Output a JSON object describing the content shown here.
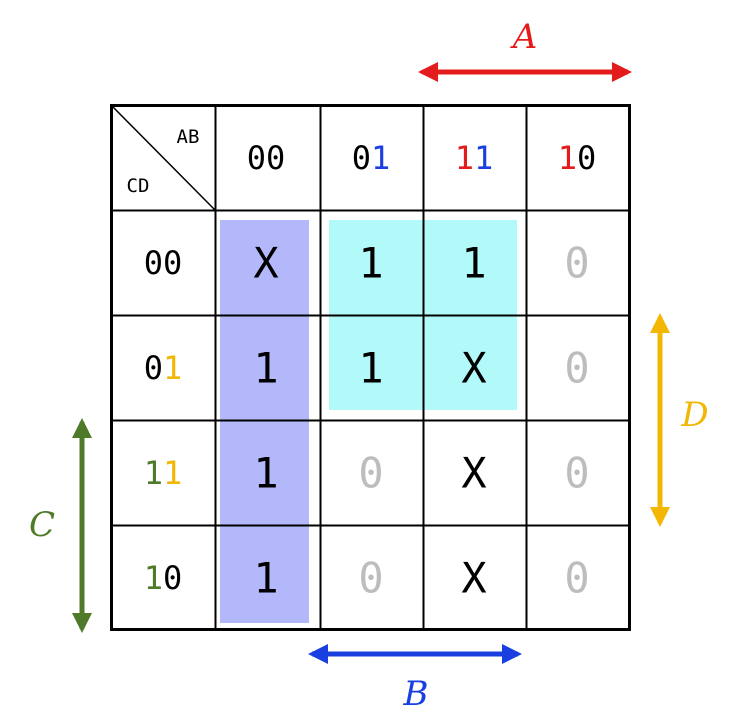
{
  "variables": {
    "A": {
      "label": "A",
      "color": "#e31b1b"
    },
    "B": {
      "label": "B",
      "color": "#1a3fe0"
    },
    "C": {
      "label": "C",
      "color": "#4f7a2a"
    },
    "D": {
      "label": "D",
      "color": "#f2b705"
    }
  },
  "corner": {
    "top_right": "AB",
    "bottom_left": "CD"
  },
  "column_headers": [
    [
      {
        "t": "0",
        "c": "#000000"
      },
      {
        "t": "0",
        "c": "#000000"
      }
    ],
    [
      {
        "t": "0",
        "c": "#000000"
      },
      {
        "t": "1",
        "c": "#1a3fe0"
      }
    ],
    [
      {
        "t": "1",
        "c": "#e31b1b"
      },
      {
        "t": "1",
        "c": "#1a3fe0"
      }
    ],
    [
      {
        "t": "1",
        "c": "#e31b1b"
      },
      {
        "t": "0",
        "c": "#000000"
      }
    ]
  ],
  "row_headers": [
    [
      {
        "t": "0",
        "c": "#000000"
      },
      {
        "t": "0",
        "c": "#000000"
      }
    ],
    [
      {
        "t": "0",
        "c": "#000000"
      },
      {
        "t": "1",
        "c": "#f2b705"
      }
    ],
    [
      {
        "t": "1",
        "c": "#4f7a2a"
      },
      {
        "t": "1",
        "c": "#f2b705"
      }
    ],
    [
      {
        "t": "1",
        "c": "#4f7a2a"
      },
      {
        "t": "0",
        "c": "#000000"
      }
    ]
  ],
  "cells": [
    [
      "X",
      "1",
      "1",
      "0"
    ],
    [
      "1",
      "1",
      "X",
      "0"
    ],
    [
      "1",
      "0",
      "X",
      "0"
    ],
    [
      "1",
      "0",
      "X",
      "0"
    ]
  ],
  "colors": {
    "zero_text": "#bdbdbd",
    "one_text": "#000000",
    "group_blue": "#b3b8fb",
    "group_cyan": "#b2fafa",
    "grid": "#000000"
  },
  "groups": [
    {
      "name": "blue-group",
      "color": "#b3b8fb",
      "rows": [
        0,
        3
      ],
      "cols": [
        0,
        0
      ]
    },
    {
      "name": "cyan-group",
      "color": "#b2fafa",
      "rows": [
        0,
        1
      ],
      "cols": [
        1,
        2
      ]
    }
  ]
}
